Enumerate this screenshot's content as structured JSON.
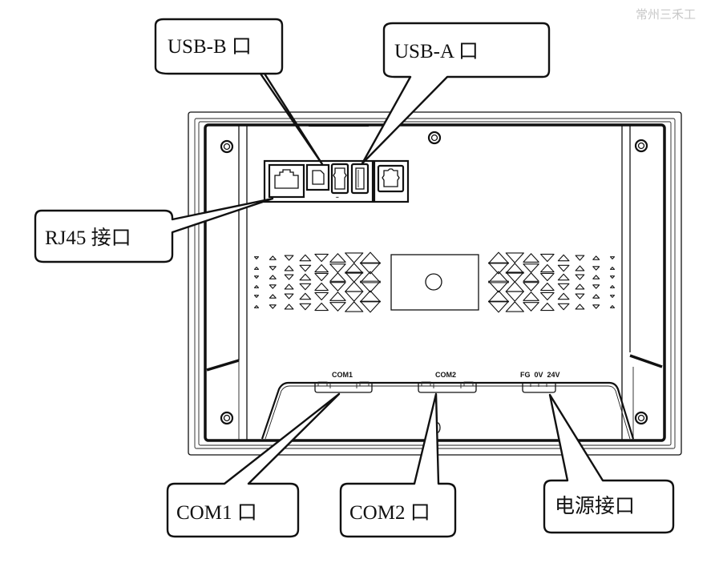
{
  "watermark": "常州三禾工",
  "callouts": {
    "usb_b": "USB-B 口",
    "usb_a": "USB-A 口",
    "rj45": "RJ45 接口",
    "com1": "COM1 口",
    "com2": "COM2 口",
    "power": "电源接口"
  },
  "panel_labels": {
    "com1": "COM1",
    "com2": "COM2",
    "power": "FG  0V  24V"
  },
  "colors": {
    "line": "#111111",
    "watermark": "#c8c8c8",
    "background": "#ffffff"
  }
}
